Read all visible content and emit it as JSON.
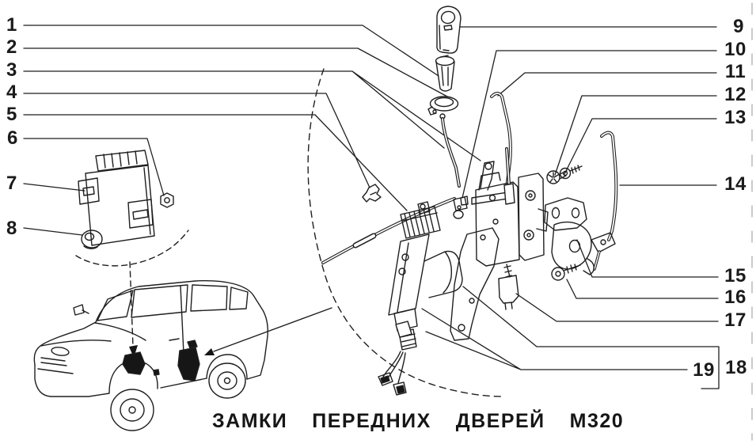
{
  "figure": {
    "caption": {
      "text": "ЗАМКИ ПЕРЕДНИХ ДВЕРЕЙ М320",
      "words": [
        "ЗАМКИ",
        "ПЕРЕДНИХ",
        "ДВЕРЕЙ",
        "М320"
      ]
    },
    "colors": {
      "ink": "#1f1f1f",
      "background": "#ffffff",
      "fill_dark": "#161616"
    },
    "callouts": {
      "left": [
        {
          "num": "1"
        },
        {
          "num": "2"
        },
        {
          "num": "3"
        },
        {
          "num": "4"
        },
        {
          "num": "5"
        },
        {
          "num": "6"
        },
        {
          "num": "7"
        },
        {
          "num": "8"
        }
      ],
      "right": [
        {
          "num": "9"
        },
        {
          "num": "10"
        },
        {
          "num": "11"
        },
        {
          "num": "12"
        },
        {
          "num": "13"
        },
        {
          "num": "14"
        },
        {
          "num": "15"
        },
        {
          "num": "16"
        },
        {
          "num": "17"
        },
        {
          "num": "18"
        },
        {
          "num": "19"
        }
      ]
    }
  }
}
